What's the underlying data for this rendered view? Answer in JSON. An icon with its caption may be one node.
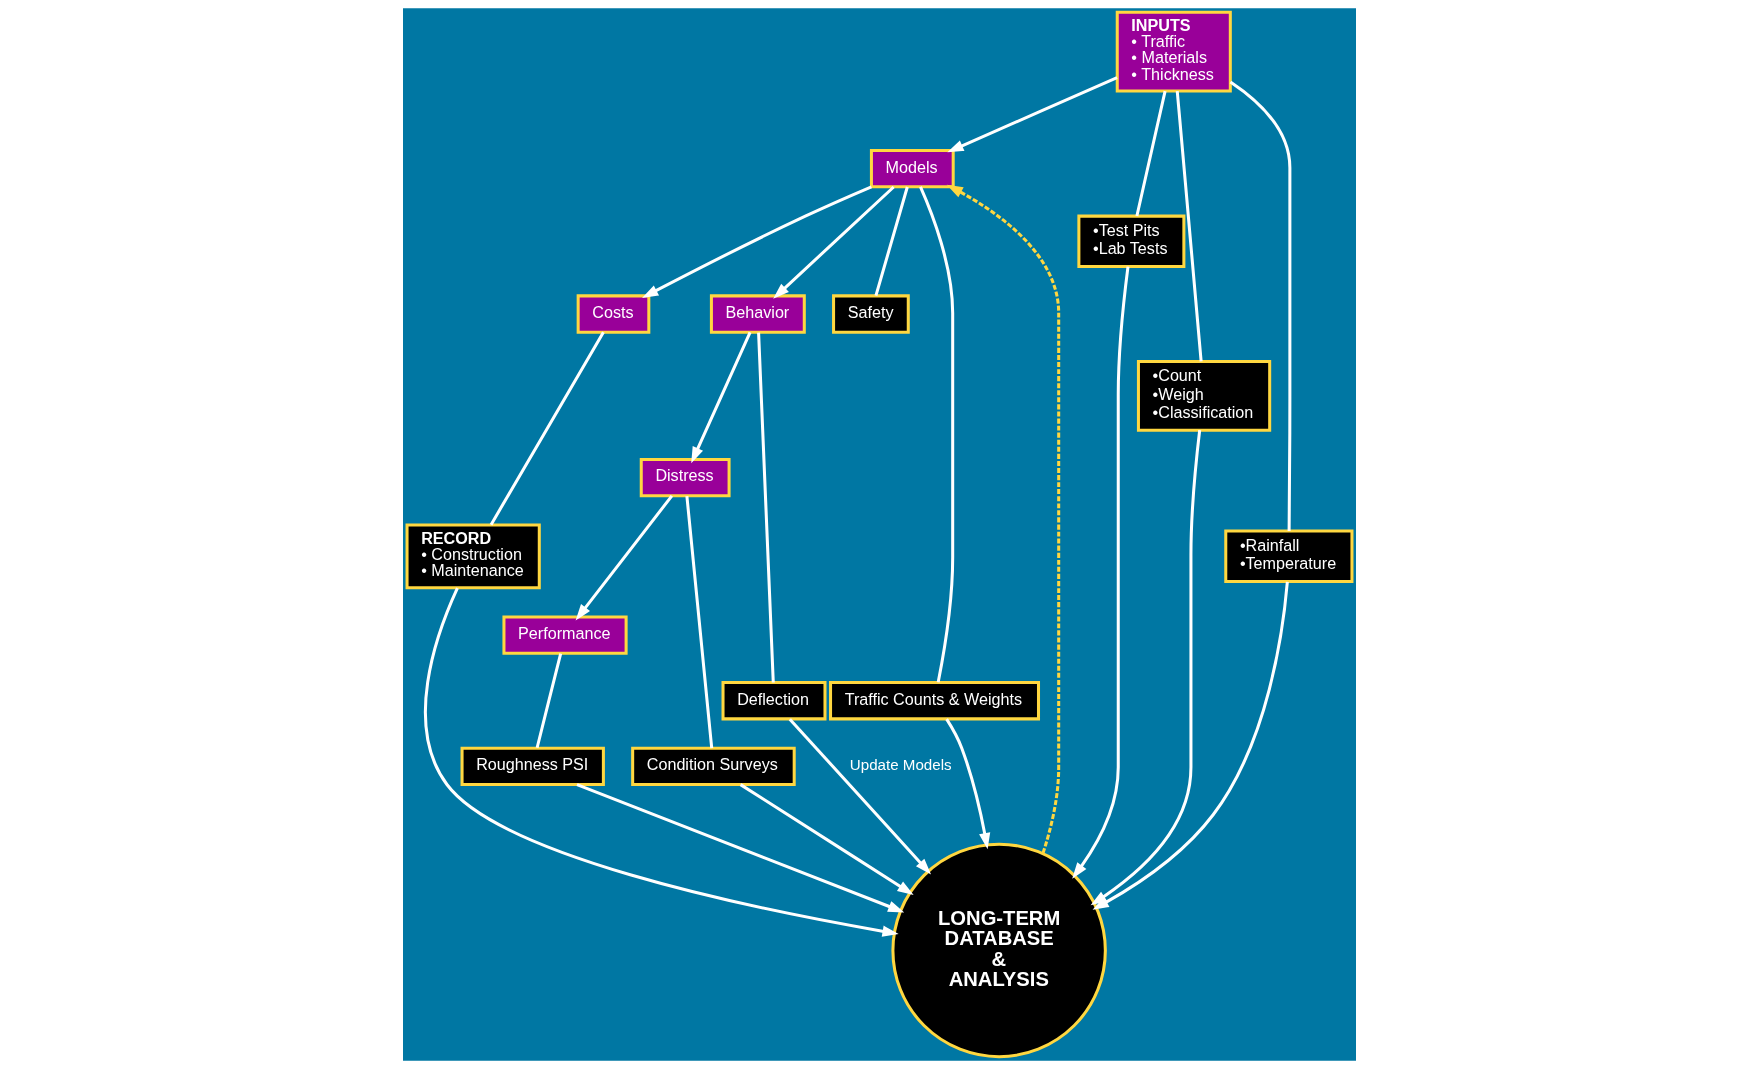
{
  "diagram": {
    "nodes": [
      {
        "text": [
          "INPUTS",
          "• Traffic",
          "• Materials",
          "• Thickness"
        ]
      },
      {
        "text": [
          "Models"
        ]
      },
      {
        "text": [
          "Costs"
        ]
      },
      {
        "text": [
          "Behavior"
        ]
      },
      {
        "text": [
          "Distress"
        ]
      },
      {
        "text": [
          "Performance"
        ]
      },
      {
        "text": [
          "Safety"
        ]
      },
      {
        "text": [
          "Deflection"
        ]
      },
      {
        "text": [
          "Condition Surveys"
        ]
      },
      {
        "text": [
          "Roughness PSI"
        ]
      },
      {
        "text": [
          "Traffic Counts & Weights"
        ]
      },
      {
        "text": [
          "•Test Pits",
          "•Lab Tests"
        ]
      },
      {
        "text": [
          "•Count",
          "•Weigh",
          "•Classification"
        ]
      },
      {
        "text": [
          "•Rainfall",
          "•Temperature"
        ]
      },
      {
        "text": [
          "LONG-TERM DATABASE & ANALYSIS"
        ]
      },
      {
        "text": [
          "RECORD",
          "• Construction",
          "• Maintenance"
        ]
      }
    ],
    "edges": [
      {
        "from": 0,
        "to": 1,
        "arrow": "to"
      },
      {
        "from": 1,
        "to": 2,
        "arrow": "to"
      },
      {
        "from": 1,
        "to": 3,
        "arrow": "to"
      },
      {
        "from": 3,
        "to": 4,
        "arrow": "to"
      },
      {
        "from": 4,
        "to": 5,
        "arrow": "to"
      },
      {
        "from": 1,
        "to": 6,
        "arrow": "none"
      },
      {
        "from": 1,
        "to": 10,
        "arrow": "none"
      },
      {
        "from": 3,
        "to": 7,
        "arrow": "none"
      },
      {
        "from": 4,
        "to": 8,
        "arrow": "none"
      },
      {
        "from": 5,
        "to": 9,
        "arrow": "none"
      },
      {
        "from": 2,
        "to": 15,
        "arrow": "none"
      },
      {
        "from": 0,
        "to": 11,
        "arrow": "none"
      },
      {
        "from": 0,
        "to": 12,
        "arrow": "none"
      },
      {
        "from": 0,
        "to": 13,
        "arrow": "none"
      },
      {
        "from": 11,
        "to": 14,
        "arrow": "to"
      },
      {
        "from": 10,
        "to": 14,
        "arrow": "to"
      },
      {
        "from": 12,
        "to": 14,
        "arrow": "to"
      },
      {
        "from": 13,
        "to": 14,
        "arrow": "to"
      },
      {
        "from": 7,
        "to": 14,
        "arrow": "to",
        "label": "Update Models"
      },
      {
        "from": 8,
        "to": 14,
        "arrow": "to"
      },
      {
        "from": 9,
        "to": 14,
        "arrow": "to"
      },
      {
        "from": 15,
        "to": 14,
        "arrow": "to"
      },
      {
        "from": 14,
        "to": 1,
        "arrow": "to",
        "style": "dashed",
        "color": "#ffd740"
      }
    ]
  }
}
